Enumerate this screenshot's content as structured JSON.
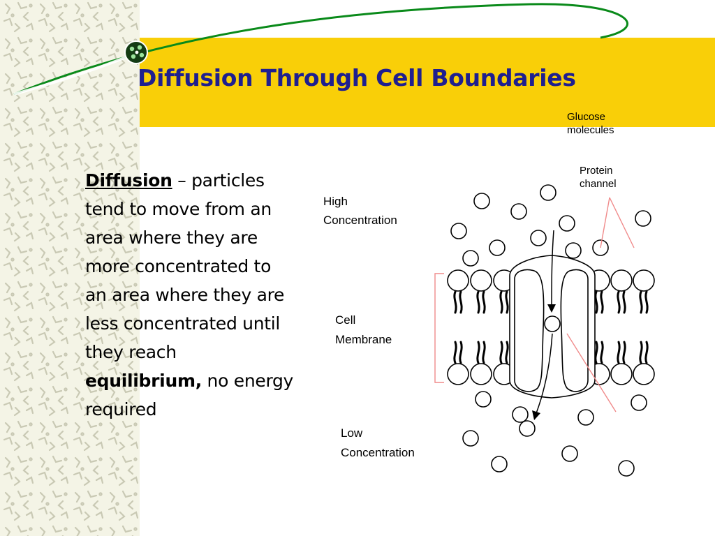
{
  "slide": {
    "title": "Diffusion Through Cell Boundaries",
    "accent_color": "#f9cf08",
    "title_color": "#1f1f8f"
  },
  "body": {
    "term": "Diffusion",
    "dash": " – ",
    "definition": "particles tend to move from an area where they are more concentrated to an area where they are less concentrated until they reach ",
    "emphasis": "equilibrium,",
    "ending": " no energy required"
  },
  "diagram": {
    "labels": {
      "glucose": "Glucose\nmolecules",
      "protein_channel": "Protein\nchannel",
      "high_concentration": "High\nConcentration",
      "cell_membrane": "Cell\nMembrane",
      "low_concentration": "Low\nConcentration"
    },
    "pointer_color": "#f08a8a"
  }
}
